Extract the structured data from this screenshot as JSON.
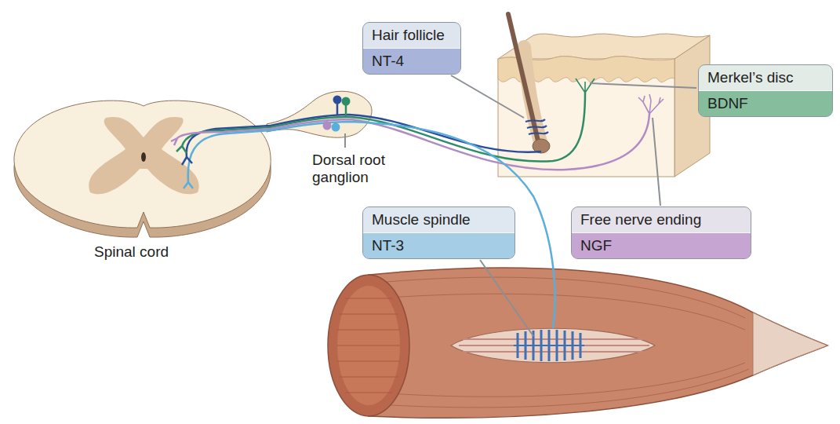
{
  "diagram": {
    "nodes": [
      {
        "text": [
          "Hair follicle",
          "NT-4"
        ]
      },
      {
        "text": [
          "Merkel’s disc",
          "BDNF"
        ]
      },
      {
        "text": [
          "Muscle spindle",
          "NT-3"
        ]
      },
      {
        "text": [
          "Free nerve ending",
          "NGF"
        ]
      }
    ],
    "labels": [
      "Dorsal root ganglion",
      "Spinal cord"
    ]
  }
}
